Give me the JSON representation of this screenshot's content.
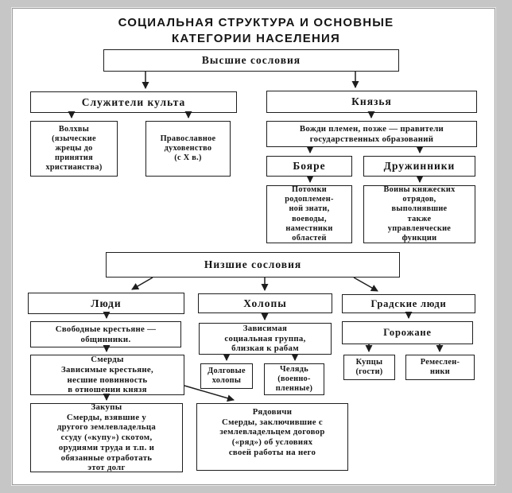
{
  "title": {
    "line1": "СОЦИАЛЬНАЯ СТРУКТУРА И ОСНОВНЫЕ",
    "line2": "КАТЕГОРИИ НАСЕЛЕНИЯ"
  },
  "colors": {
    "background": "#c6c6c6",
    "panel": "#ffffff",
    "line": "#1e1e1e",
    "text": "#141414"
  },
  "nodes": {
    "vysshie": {
      "label": "Высшие сословия"
    },
    "sluzhiteli": {
      "label": "Служители культа"
    },
    "knyazya": {
      "label": "Князья"
    },
    "volkhvy": {
      "label": "Волхвы\n(языческие\nжрецы до\nпринятия\nхристианства)"
    },
    "pravoslavnoe": {
      "label": "Православное\nдуховенство\n(с X в.)"
    },
    "vozhdi": {
      "label": "Вожди племен, позже — правители\nгосударственных образований"
    },
    "boyare": {
      "label": "Бояре"
    },
    "druzhinniki": {
      "label": "Дружинники"
    },
    "potomki": {
      "label": "Потомки\nродоплемен-\nной знати,\nвоеводы,\nнаместники\nобластей"
    },
    "voiny": {
      "label": "Воины княжеских\nотрядов,\nвыполнявшие\nтакже\nуправленческие\nфункции"
    },
    "nizshie": {
      "label": "Низшие сословия"
    },
    "lyudi": {
      "label": "Люди"
    },
    "kholopy": {
      "label": "Холопы"
    },
    "gradskie": {
      "label": "Градские люди"
    },
    "svobodnye": {
      "label": "Свободные крестьяне —\nобщинники."
    },
    "zavisimaya": {
      "label": "Зависимая\nсоциальная группа,\nблизкая к рабам"
    },
    "gorozhane": {
      "label": "Горожане"
    },
    "smerdy": {
      "label": "Смерды\nЗависимые крестьяне,\nнесшие повинность\nв отношении князя"
    },
    "dolgovye": {
      "label": "Долговые\nхолопы"
    },
    "chelyad": {
      "label": "Челядь\n(военно-\nпленные)"
    },
    "kuptsy": {
      "label": "Купцы\n(гости)"
    },
    "remeslenniki": {
      "label": "Ремеслен-\nники"
    },
    "zakupy": {
      "label": "Закупы\nСмерды, взявшие у\nдругого землевладельца\nссуду («купу») скотом,\nорудиями труда и т.п. и\nобязанные отработать\nэтот долг"
    },
    "ryadovichi": {
      "label": "Рядовичи\nСмерды, заключившие с\nземлевладельцем договор\n(«ряд») об условиях\nсвоей работы на него"
    }
  }
}
